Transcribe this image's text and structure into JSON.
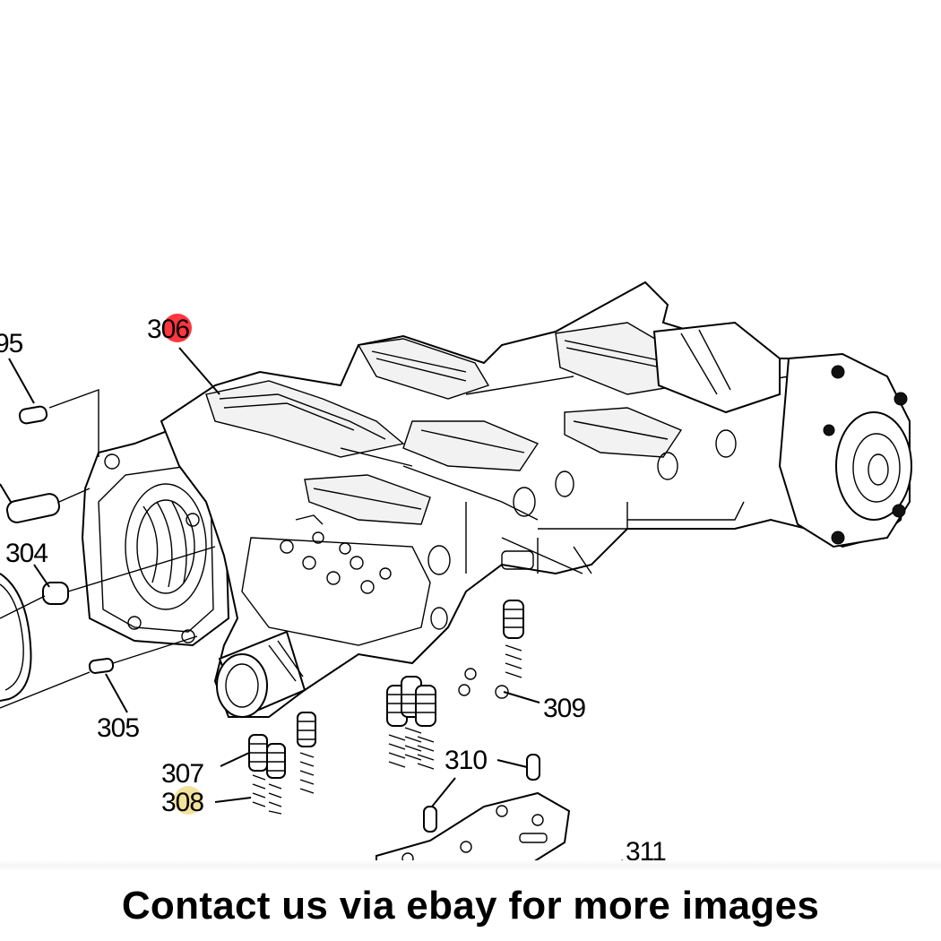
{
  "callouts": {
    "c295": "95",
    "c306": "306",
    "c304": "304",
    "c305": "305",
    "c309": "309",
    "c307": "307",
    "c308": "308",
    "c310": "310",
    "c311": "311"
  },
  "colors": {
    "highlight_306": "#ff1f2a",
    "highlight_308": "#f1dd8a"
  },
  "caption": "Contact us via ebay for more images"
}
